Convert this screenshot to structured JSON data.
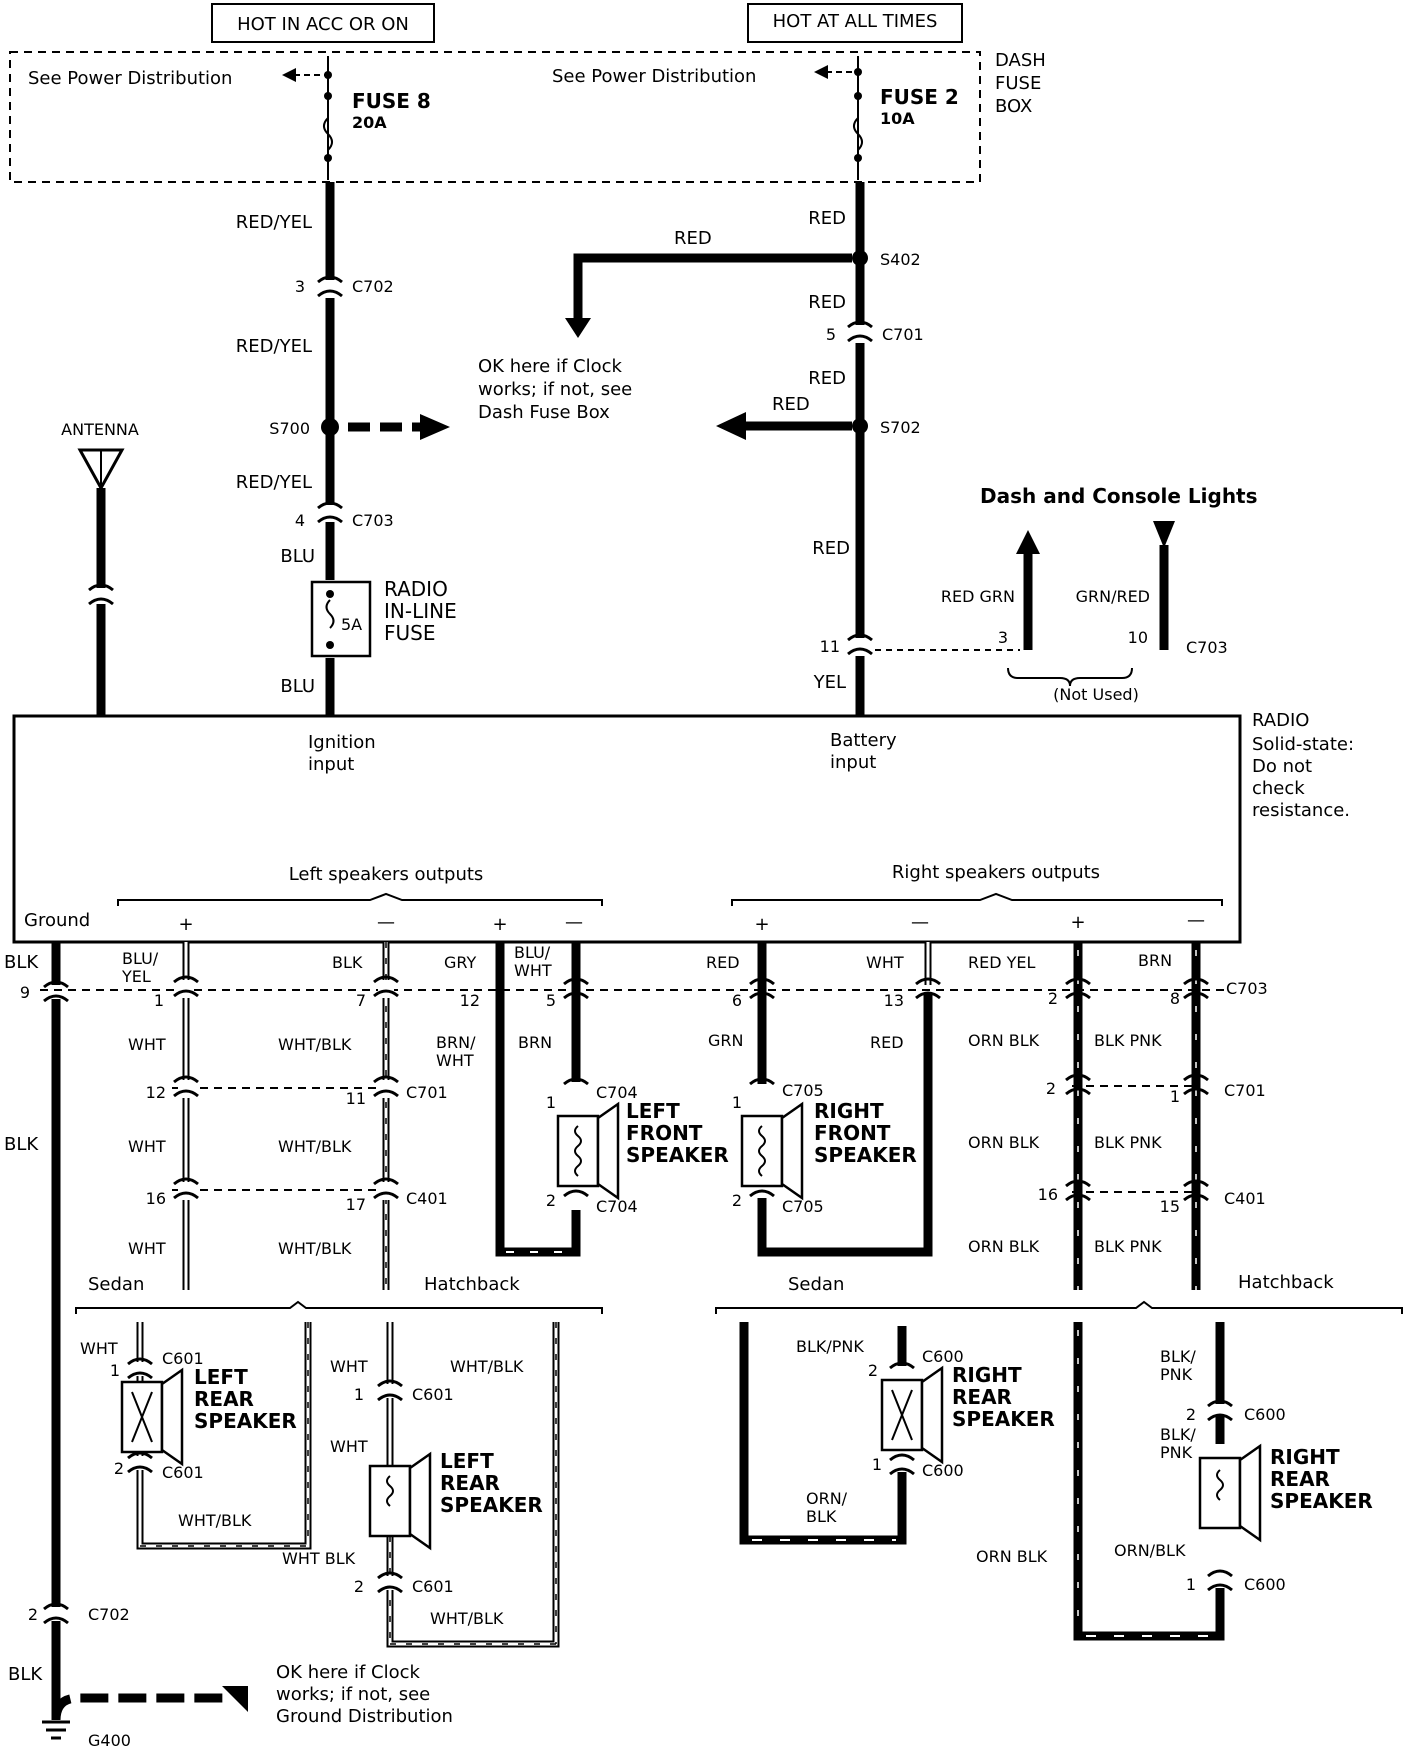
{
  "top": {
    "hot_acc_on": "HOT IN ACC OR ON",
    "hot_all_times": "HOT AT ALL TIMES",
    "see_power_left": "See Power Distribution",
    "see_power_right": "See Power Distribution",
    "dash_fuse_box": [
      "DASH",
      "FUSE",
      "BOX"
    ],
    "fuse8_name": "FUSE 8",
    "fuse8_rating": "20A",
    "fuse2_name": "FUSE 2",
    "fuse2_rating": "10A"
  },
  "ignition_circuit": {
    "wire_red_yel_1": "RED/YEL",
    "pin_c702": "3",
    "conn_c702": "C702",
    "wire_red_yel_2": "RED/YEL",
    "splice_s700": "S700",
    "wire_red_yel_3": "RED/YEL",
    "pin_c703": "4",
    "conn_c703": "C703",
    "wire_blu_1": "BLU",
    "inline_fuse_rating": "5A",
    "inline_fuse_label": [
      "RADIO",
      "IN-LINE",
      "FUSE"
    ],
    "wire_blu_2": "BLU"
  },
  "battery_circuit": {
    "wire_red_1": "RED",
    "branch_red": "RED",
    "splice_s402": "S402",
    "wire_red_2": "RED",
    "pin_c701": "5",
    "conn_c701": "C701",
    "wire_red_3": "RED",
    "branch_red_2": "RED",
    "splice_s702": "S702",
    "wire_red_4": "RED",
    "pin_c703": "11",
    "wire_yel": "YEL"
  },
  "notes": {
    "clock_note": [
      "OK here if Clock",
      "works; if not, see",
      "Dash Fuse Box"
    ],
    "ground_note": [
      "OK here if Clock",
      "works; if not, see",
      "Ground Distribution"
    ]
  },
  "antenna": {
    "label": "ANTENNA"
  },
  "dash_lights": {
    "title": "Dash and Console Lights",
    "wire_left": "RED GRN",
    "wire_right": "GRN/RED",
    "pin_left": "3",
    "pin_right": "10",
    "conn": "C703",
    "not_used": "(Not Used)"
  },
  "radio": {
    "title": "RADIO",
    "note": [
      "Solid-state:",
      "Do not",
      "check",
      "resistance."
    ],
    "ignition_input": [
      "Ignition",
      "input"
    ],
    "battery_input": [
      "Battery",
      "input"
    ],
    "left_outputs": "Left speakers outputs",
    "right_outputs": "Right speakers outputs",
    "ground": "Ground",
    "plus": "+",
    "minus": "—"
  },
  "harness": {
    "ground_wire": "BLK",
    "ground_pin": "9",
    "ground_wire_2": "BLK",
    "ground_pin_c702": "2",
    "ground_conn_c702": "C702",
    "ground_wire_3": "BLK",
    "ground_name": "G400",
    "c703": "C703",
    "c701": "C701",
    "c401": "C401",
    "wires": [
      {
        "top": "BLU/\nYEL",
        "pin703": "1",
        "mid": "WHT",
        "pin701": "12",
        "mid2": "WHT",
        "pin401": "16",
        "bot": "WHT"
      },
      {
        "top": "BLK",
        "pin703": "7",
        "mid": "WHT/BLK",
        "pin701": "11",
        "mid2": "WHT/BLK",
        "pin401": "17",
        "bot": "WHT/BLK"
      },
      {
        "top": "GRY",
        "pin703": "12",
        "mid": "BRN/\nWHT"
      },
      {
        "top": "BLU/\nWHT",
        "pin703": "5",
        "mid": "BRN"
      },
      {
        "top": "RED",
        "pin703": "6",
        "mid": "GRN"
      },
      {
        "top": "WHT",
        "pin703": "13",
        "mid": "RED"
      },
      {
        "top": "RED YEL",
        "pin703": "2",
        "mid": "ORN BLK",
        "pin701": "2",
        "mid2": "ORN BLK",
        "pin401": "16",
        "bot": "ORN BLK"
      },
      {
        "top": "BRN",
        "pin703": "8",
        "mid": "BLK PNK",
        "pin701": "1",
        "mid2": "BLK PNK",
        "pin401": "15",
        "bot": "BLK PNK"
      }
    ]
  },
  "front_speakers": {
    "left": {
      "name": [
        "LEFT",
        "FRONT",
        "SPEAKER"
      ],
      "conn": "C704",
      "pin1": "1",
      "pin2": "2"
    },
    "right": {
      "name": [
        "RIGHT",
        "FRONT",
        "SPEAKER"
      ],
      "conn": "C705",
      "pin1": "1",
      "pin2": "2"
    }
  },
  "rear": {
    "sedan_left": "Sedan",
    "hatch_left": "Hatchback",
    "sedan_right": "Sedan",
    "hatch_right": "Hatchback",
    "left_sedan": {
      "wire_top": "WHT",
      "pin1": "1",
      "conn1": "C601",
      "pin2": "2",
      "conn2": "C601",
      "name": [
        "LEFT",
        "REAR",
        "SPEAKER"
      ],
      "bottom_wire": "WHT/BLK"
    },
    "left_hatch": {
      "wire_top": "WHT",
      "pin1": "1",
      "conn1": "C601",
      "wire_mid": "WHT",
      "name": [
        "LEFT",
        "REAR",
        "SPEAKER"
      ],
      "wire_blk": "WHT/BLK",
      "wire_blk2": "WHT BLK",
      "pin2": "2",
      "conn2": "C601",
      "bottom_wire": "WHT/BLK"
    },
    "right_sedan": {
      "wire_top": "BLK/PNK",
      "pin2": "2",
      "conn_top": "C600",
      "pin1": "1",
      "conn_bot": "C600",
      "name": [
        "RIGHT",
        "REAR",
        "SPEAKER"
      ],
      "bottom_wire": "ORN/\nBLK"
    },
    "right_hatch": {
      "wire_top": "BLK/\nPNK",
      "pin2": "2",
      "conn_top": "C600",
      "wire_mid": "BLK/\nPNK",
      "name": [
        "RIGHT",
        "REAR",
        "SPEAKER"
      ],
      "wire_orn": "ORN BLK",
      "wire_orn2": "ORN/BLK",
      "pin1": "1",
      "conn_bot": "C600"
    }
  }
}
